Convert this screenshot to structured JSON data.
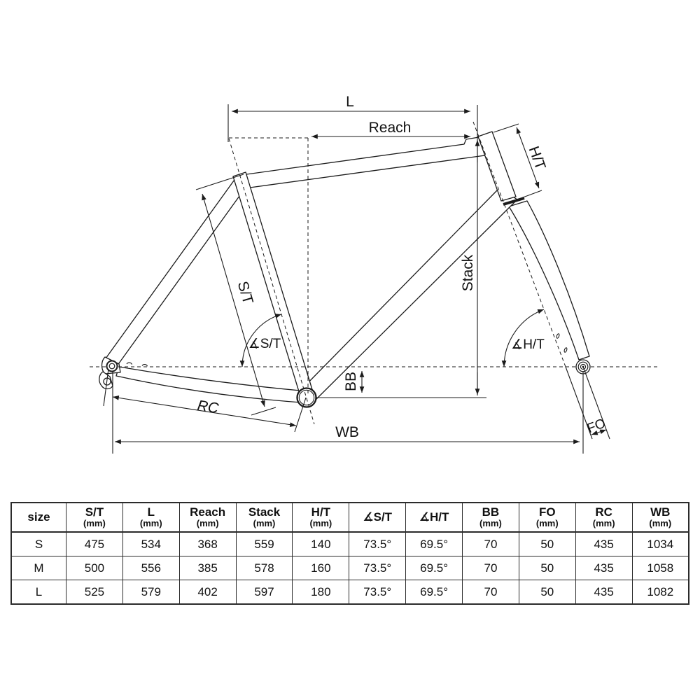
{
  "diagram": {
    "dim_labels": {
      "top_length": "L",
      "reach": "Reach",
      "head_tube": "H/T",
      "stack": "Stack",
      "seat_tube": "S/T",
      "seat_tube_angle": "∡S/T",
      "head_tube_angle": "∡H/T",
      "bb_drop": "BB",
      "rear_center": "RC",
      "wheelbase": "WB",
      "fork_offset": "FO"
    }
  },
  "table": {
    "header": [
      {
        "label": "size",
        "unit": ""
      },
      {
        "label": "S/T",
        "unit": "(mm)"
      },
      {
        "label": "L",
        "unit": "(mm)"
      },
      {
        "label": "Reach",
        "unit": "(mm)"
      },
      {
        "label": "Stack",
        "unit": "(mm)"
      },
      {
        "label": "H/T",
        "unit": "(mm)"
      },
      {
        "label": "∡S/T",
        "unit": ""
      },
      {
        "label": "∡H/T",
        "unit": ""
      },
      {
        "label": "BB",
        "unit": "(mm)"
      },
      {
        "label": "FO",
        "unit": "(mm)"
      },
      {
        "label": "RC",
        "unit": "(mm)"
      },
      {
        "label": "WB",
        "unit": "(mm)"
      }
    ],
    "rows": [
      [
        "S",
        "475",
        "534",
        "368",
        "559",
        "140",
        "73.5°",
        "69.5°",
        "70",
        "50",
        "435",
        "1034"
      ],
      [
        "M",
        "500",
        "556",
        "385",
        "578",
        "160",
        "73.5°",
        "69.5°",
        "70",
        "50",
        "435",
        "1058"
      ],
      [
        "L",
        "525",
        "579",
        "402",
        "597",
        "180",
        "73.5°",
        "69.5°",
        "70",
        "50",
        "435",
        "1082"
      ]
    ]
  }
}
